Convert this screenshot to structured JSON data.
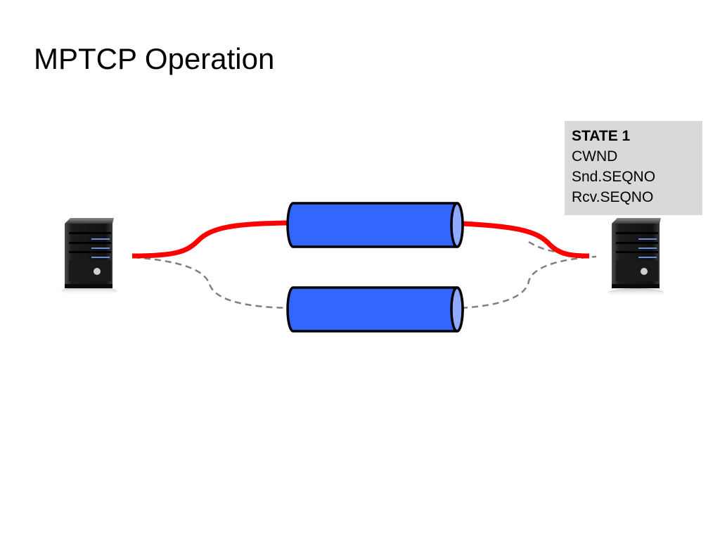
{
  "slide": {
    "title": "MPTCP Operation"
  },
  "state_box": {
    "heading": "STATE 1",
    "lines": [
      "CWND",
      "Snd.SEQNO",
      "Rcv.SEQNO"
    ]
  },
  "colors": {
    "active_path": "#ff0000",
    "idle_path": "#7f7f7f",
    "tube_fill": "#3366ff",
    "tube_end": "#8ea9ff",
    "tube_outline": "#000000",
    "state_box_bg": "#d9d9d9"
  },
  "icons": {
    "left_host": "server-tower-icon",
    "right_host": "server-tower-icon"
  }
}
